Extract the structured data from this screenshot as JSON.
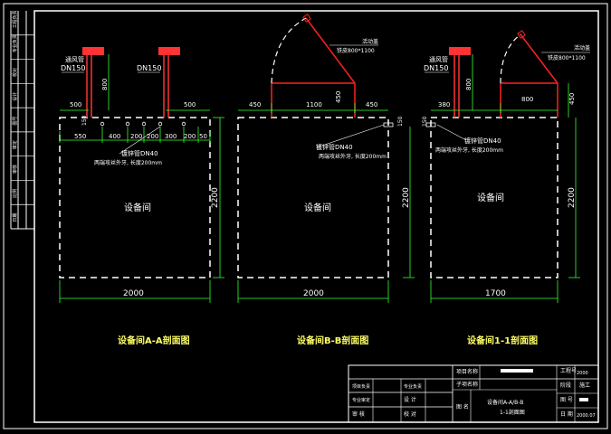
{
  "left_strip_labels": [
    "日期",
    "比例",
    "审核",
    "审定",
    "图号",
    "设计",
    "校对",
    "专业负责",
    "工程负责"
  ],
  "sections": [
    {
      "caption": "设备间A-A剖面图",
      "room_label": "设备间",
      "vent_label_1": "通风管",
      "vent_size_1": "DN150",
      "vent_size_2": "DN150",
      "dim_vent_height": "800",
      "dim_top_500_left": "500",
      "dim_top_500_right": "500",
      "dim_150": "150",
      "dim_550": "550",
      "dim_400": "400",
      "dim_200a": "200",
      "dim_200b": "200",
      "dim_300": "300",
      "dim_200c": "200",
      "dim_50": "50",
      "pipe_label": "镀锌管DN40",
      "pipe_note": "两端攻丝外牙, 长度200mm",
      "width_dim": "2000",
      "height_dim": "2200"
    },
    {
      "caption": "设备间B-B剖面图",
      "room_label": "设备间",
      "hatch_label": "活动盖",
      "hatch_size": "铁皮800*1100",
      "dim_450_left": "450",
      "dim_1100": "1100",
      "dim_450_right": "450",
      "dim_450_vert": "450",
      "dim_150": "150",
      "pipe_label": "镀锌管DN40",
      "pipe_note": "两端攻丝外牙, 长度200mm",
      "width_dim": "2000",
      "height_dim": "2200"
    },
    {
      "caption": "设备间1-1剖面图",
      "room_label": "设备间",
      "vent_label": "通风管",
      "vent_size": "DN150",
      "hatch_label": "活动盖",
      "hatch_size": "铁皮800*1100",
      "dim_vent_height": "800",
      "dim_380": "380",
      "dim_800": "800",
      "dim_450_vert": "450",
      "dim_150": "150",
      "pipe_label": "镀锌管DN40",
      "pipe_note": "两端攻丝外牙, 长度200mm",
      "width_dim": "1700",
      "height_dim": "2200"
    }
  ],
  "title_block": {
    "row1_left": "",
    "project_label": "项目名称",
    "project_value": "",
    "project_no_label": "工程号",
    "project_no_value": "2000",
    "rows": [
      {
        "c1": "项目负责",
        "c2": "",
        "c3": "专业负责",
        "c4": ""
      },
      {
        "c1": "专业审定",
        "c2": "",
        "c3": "设 计",
        "c4": ""
      },
      {
        "c1": "审 核",
        "c2": "",
        "c3": "校 对",
        "c4": ""
      }
    ],
    "subproject_label": "子项名称",
    "subproject_value": "",
    "drawing_label": "图 名",
    "drawing_title_1": "设备间A-A/B-B",
    "drawing_title_2": "1-1剖面图",
    "stage_label": "阶段",
    "stage_value": "施工",
    "sheet_label": "图 号",
    "sheet_value": "",
    "date_label": "日 期",
    "date_value": "2000.07"
  },
  "colors": {
    "frame": "#ffffff",
    "dimension": "#33ff33",
    "vent_pipe": "#ff3333",
    "hatch_line": "#ff2020",
    "caption": "#ffff66",
    "room_outline": "#ffffff"
  }
}
